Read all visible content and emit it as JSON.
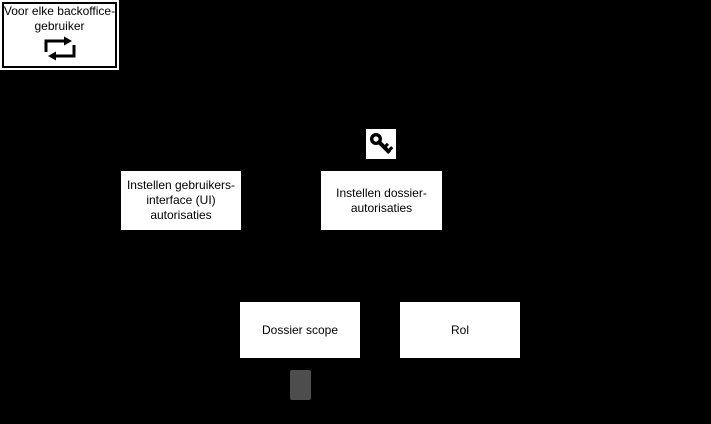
{
  "canvas": {
    "background_color": "#000000",
    "node_fill_color": "#ffffff",
    "node_text_color": "#000000",
    "gray_marker_color": "#4d4d4d"
  },
  "nodes": {
    "loop_box": {
      "lines": [
        "Voor elke backoffice-",
        "gebruiker"
      ],
      "icon": "loop-arrows-icon",
      "border_color": "#000000"
    },
    "ui_auth_box": {
      "lines": [
        "Instellen gebruikers-",
        "interface (UI)",
        "autorisaties"
      ]
    },
    "key_icon_box": {
      "icon": "key-icon"
    },
    "dossier_auth_box": {
      "lines": [
        "Instellen dossier-",
        "autorisaties"
      ]
    },
    "scope_box": {
      "label": "Dossier scope"
    },
    "rol_box": {
      "label": "Rol"
    }
  }
}
